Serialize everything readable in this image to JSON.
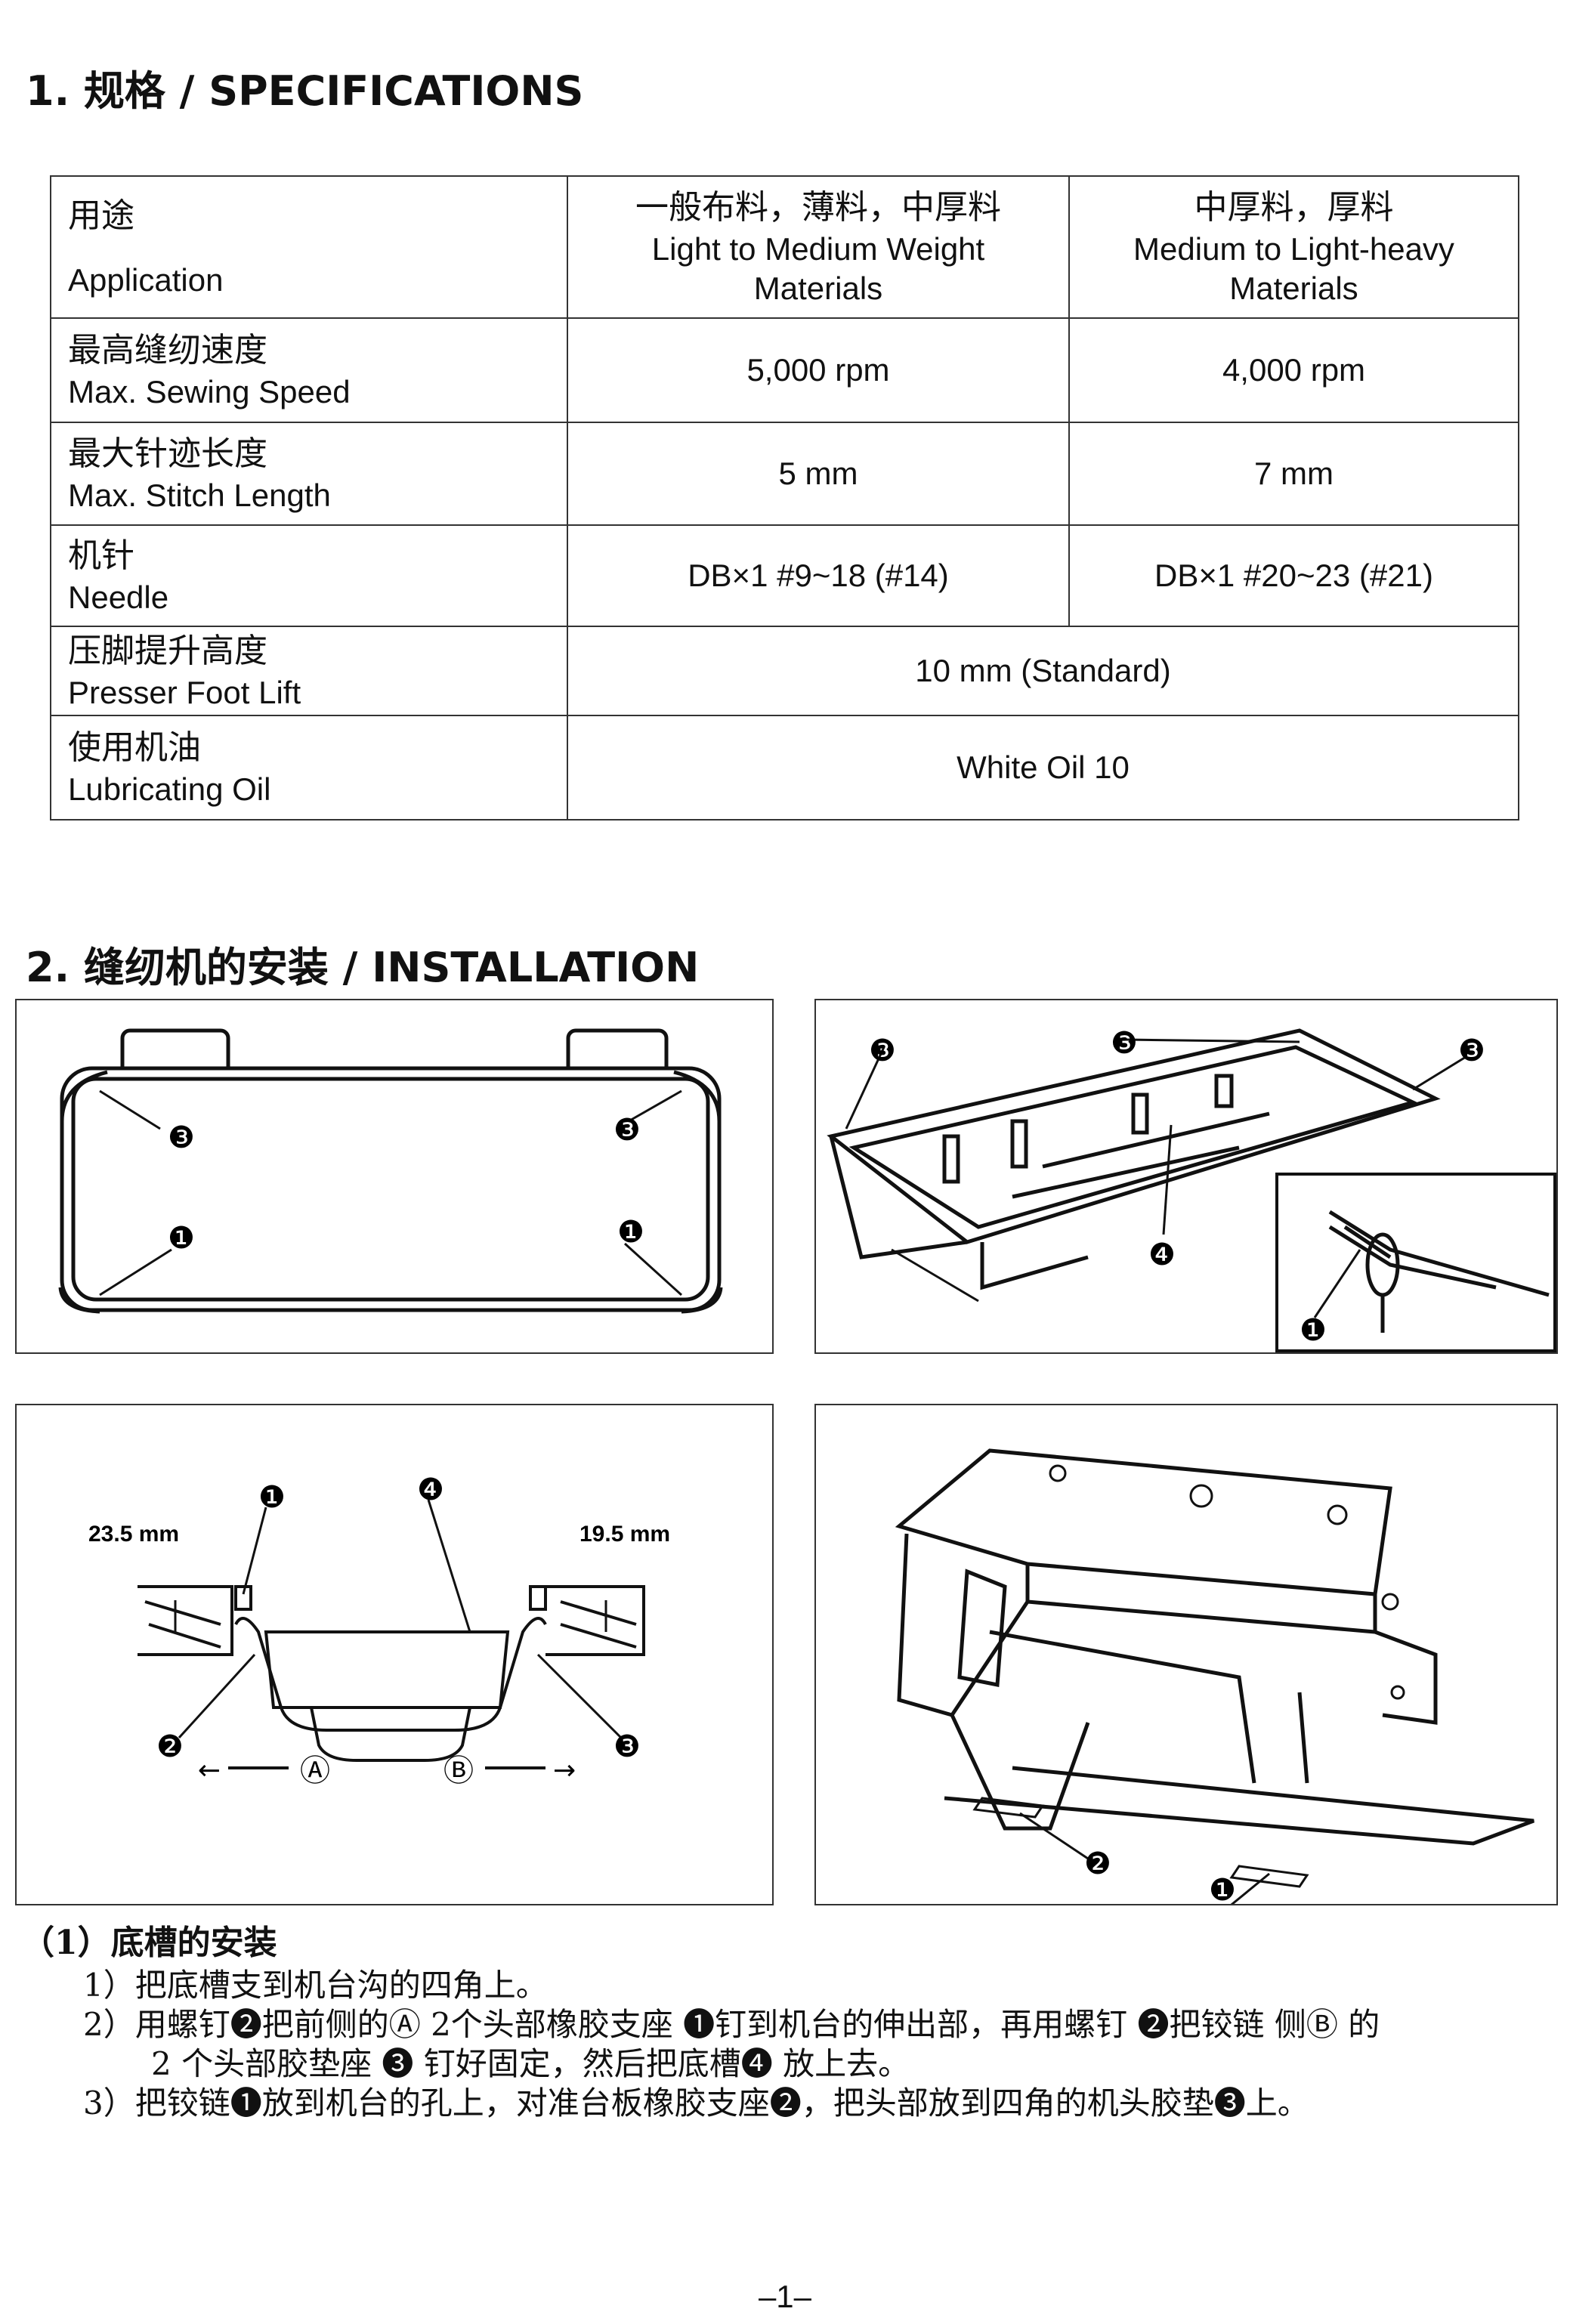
{
  "section1": {
    "title": "1. 规格 / SPECIFICATIONS"
  },
  "spec": {
    "application": {
      "zh": "用途",
      "en": "Application",
      "col1_zh": "一般布料，薄料，中厚料",
      "col1_en1": "Light to Medium Weight",
      "col1_en2": "Materials",
      "col2_zh": "中厚料，厚料",
      "col2_en1": "Medium to Light-heavy",
      "col2_en2": "Materials"
    },
    "speed": {
      "zh": "最高缝纫速度",
      "en": "Max. Sewing Speed",
      "col1": "5,000 rpm",
      "col2": "4,000 rpm"
    },
    "stitch": {
      "zh": "最大针迹长度",
      "en": "Max. Stitch Length",
      "col1": "5 mm",
      "col2": "7 mm"
    },
    "needle": {
      "zh": "机针",
      "en": "Needle",
      "col1": "DB×1 #9~18 (#14)",
      "col2": "DB×1 #20~23 (#21)"
    },
    "lift": {
      "zh": "压脚提升高度",
      "en": "Presser Foot Lift",
      "value": "10 mm (Standard)"
    },
    "oil": {
      "zh": "使用机油",
      "en": "Lubricating Oil",
      "value": "White Oil 10"
    }
  },
  "section2": {
    "title": "2. 缝纫机的安装 / INSTALLATION"
  },
  "figures": {
    "fig1": {
      "markers": [
        "❸",
        "❸",
        "❶",
        "❶"
      ]
    },
    "fig2": {
      "markers": [
        "❸",
        "❸",
        "❸",
        "❹",
        "❶"
      ]
    },
    "fig3": {
      "dim_left": "23.5 mm",
      "dim_right": "19.5 mm",
      "markers": [
        "❶",
        "❹",
        "❷",
        "❸"
      ],
      "arrow_a": "Ⓐ",
      "arrow_b": "Ⓑ"
    },
    "fig4": {
      "markers": [
        "❷",
        "❶"
      ]
    }
  },
  "steps": {
    "header": "（1）底槽的安装",
    "s1": "1）把底槽支到机台沟的四角上。",
    "s2a": "2）用螺钉❷把前侧的Ⓐ 2个头部橡胶支座 ❶钉到机台的伸出部，再用螺钉 ❷把铰链 侧Ⓑ 的",
    "s2b": "2 个头部胶垫座 ❸ 钉好固定，然后把底槽❹ 放上去。",
    "s3": "3）把铰链❶放到机台的孔上，对准台板橡胶支座❷，把头部放到四角的机头胶垫❸上。"
  },
  "page": {
    "number": "–1–"
  }
}
